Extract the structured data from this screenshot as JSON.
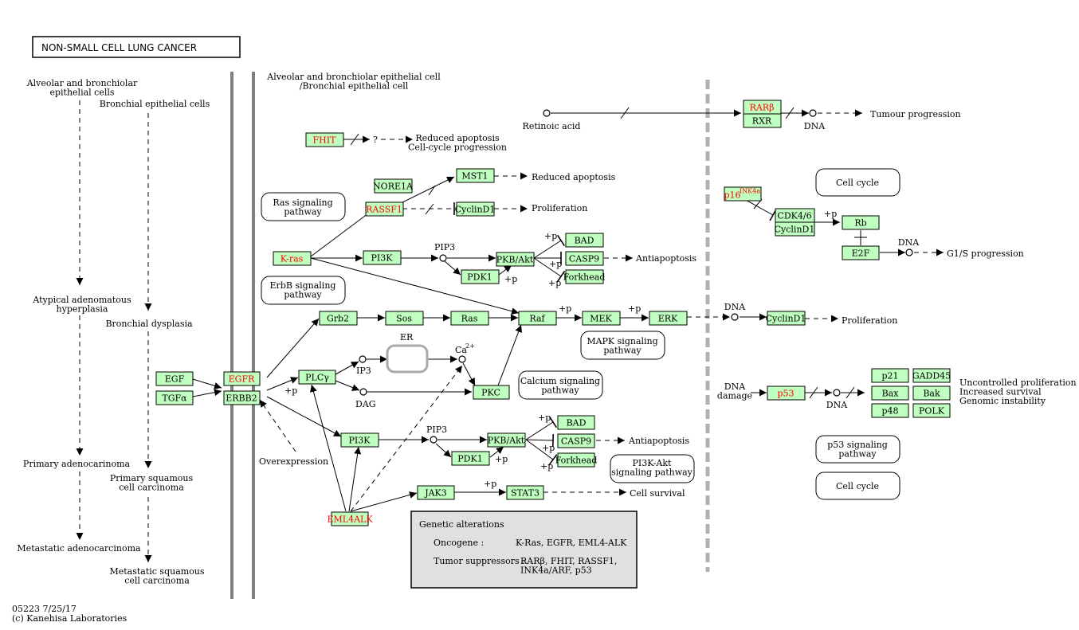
{
  "title": "NON-SMALL CELL LUNG CANCER",
  "footer": {
    "id_date": "05223 7/25/17",
    "copyright": "(c) Kanehisa Laboratories"
  },
  "histology": {
    "alveolar_cells": "Alveolar and bronchiolar\nepithelial cells",
    "bronchial_cells": "Bronchial epithelial cells",
    "aah": "Atypical adenomatous\nhyperplasia",
    "bronchial_dysplasia": "Bronchial dysplasia",
    "primary_adeno": "Primary adenocarinoma",
    "primary_squamous": "Primary squamous\ncell carcinoma",
    "metastatic_adeno": "Metastatic adenocarcinoma",
    "metastatic_squamous": "Metastatic squamous\ncell carcinoma"
  },
  "cell_label": "Alveolar and bronchiolar epithelial cell\n/Bronchial epithelial cell",
  "genes": {
    "fhit": "FHIT",
    "nore1a": "NORE1A",
    "rassf1": "RASSF1",
    "mst1": "MST1",
    "cyclind1_a": "CyclinD1",
    "kras": "K-ras",
    "pi3k_a": "PI3K",
    "pkb_a": "PKB/Akt",
    "pdk1_a": "PDK1",
    "bad_a": "BAD",
    "casp9_a": "CASP9",
    "forkhead_a": "Forkhead",
    "grb2": "Grb2",
    "sos": "Sos",
    "ras": "Ras",
    "raf": "Raf",
    "mek": "MEK",
    "erk": "ERK",
    "egf": "EGF",
    "tgfa": "TGFα",
    "egfr": "EGFR",
    "erbb2": "ERBB2",
    "plcg": "PLCγ",
    "pkc": "PKC",
    "pi3k_b": "PI3K",
    "pkb_b": "PKB/Akt",
    "pdk1_b": "PDK1",
    "bad_b": "BAD",
    "casp9_b": "CASP9",
    "forkhead_b": "Forkhead",
    "eml4alk": "EML4ALK",
    "jak3": "JAK3",
    "stat3": "STAT3",
    "rarb": "RARβ",
    "rxr": "RXR",
    "p16": "p16",
    "p16_sup": "INK4a",
    "cdk46": "CDK4/6",
    "cyclind1_b": "CyclinD1",
    "rb": "Rb",
    "e2f": "E2F",
    "cyclind1_c": "CyclinD1",
    "p53": "p53",
    "p21": "p21",
    "gadd45": "GADD45",
    "bax": "Bax",
    "bak": "Bak",
    "p48": "p48",
    "polk": "POLK"
  },
  "maps": {
    "ras_pathway": "Ras signaling\npathway",
    "erbb_pathway": "ErbB signaling\npathway",
    "mapk_pathway": "MAPK signaling\npathway",
    "calcium_pathway": "Calcium signaling\npathway",
    "pi3k_pathway": "PI3K-Akt\nsignaling pathway",
    "cell_cycle_a": "Cell cycle",
    "p53_pathway": "p53 signaling\npathway",
    "cell_cycle_b": "Cell cycle"
  },
  "labels": {
    "reduced_apoptosis_a": "Reduced apoptosis\nCell-cycle progression",
    "question": "?",
    "reduced_apoptosis_b": "Reduced apoptosis",
    "proliferation_a": "Proliferation",
    "antiapoptosis_a": "Antiapoptosis",
    "antiapoptosis_b": "Antiapoptosis",
    "proliferation_b": "Proliferation",
    "cell_survival": "Cell survival",
    "retinoic_acid": "Retinoic acid",
    "dna_a": "DNA",
    "tumour_progression": "Tumour progression",
    "dna_b": "DNA",
    "g1s": "G1/S progression",
    "dna_c": "DNA",
    "dna_damage": "DNA\ndamage",
    "dna_d": "DNA",
    "outcomes": "Uncontrolled proliferation\nIncreased survival\nGenomic instability",
    "pip3_a": "PIP3",
    "pip3_b": "PIP3",
    "ip3": "IP3",
    "dag": "DAG",
    "er": "ER",
    "ca": "Ca",
    "ca_sup": "2+",
    "overexpression": "Overexpression",
    "plus_p": "+p"
  },
  "genetic_box": {
    "heading": "Genetic alterations",
    "oncogene_label": "Oncogene :",
    "oncogene_value": "K-Ras, EGFR, EML4-ALK",
    "suppressor_label": "Tumor suppressors :",
    "suppressor_value": "RARβ, FHIT, RASSF1,\nINK4a/ARF, p53"
  },
  "colors": {
    "gene_fill": "#bfffbf",
    "mutated_text": "#ff0000",
    "membrane": "#808080",
    "note_fill": "#e0e0e0"
  }
}
